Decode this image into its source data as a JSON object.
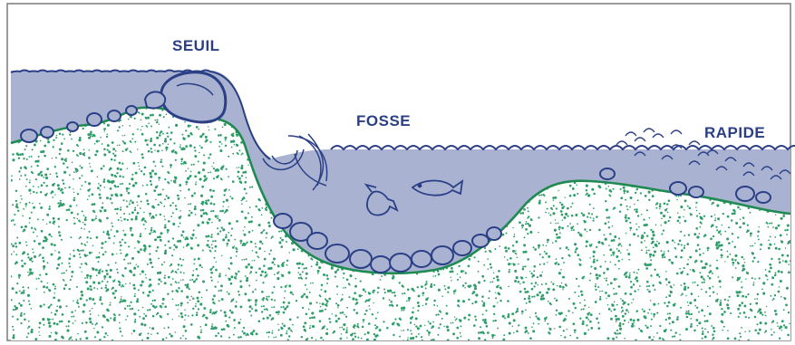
{
  "labels": {
    "sill": "SEUIL",
    "pool": "FOSSE",
    "riffle": "RAPIDE"
  },
  "colors": {
    "water": "#a9b3d1",
    "water_line": "#2a3f86",
    "bed_outline": "#1f8a52",
    "sediment_dots": "#2f9e6a",
    "frame": "#7a7a7a"
  }
}
